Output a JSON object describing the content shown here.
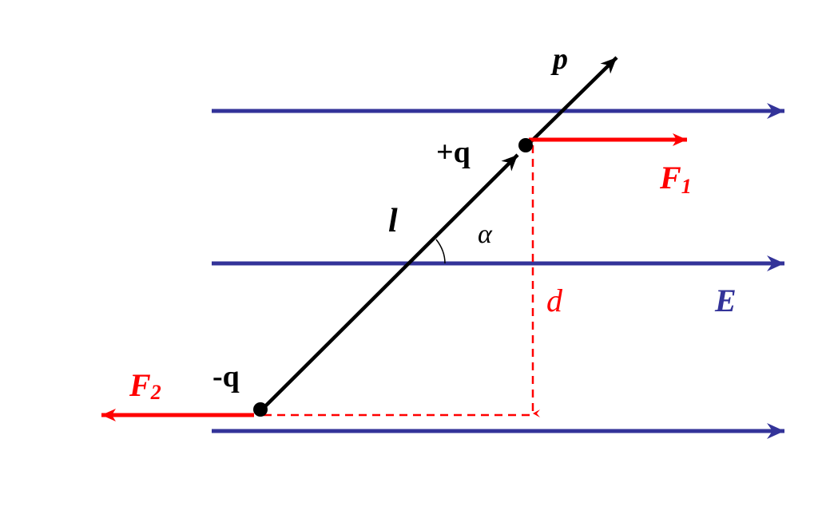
{
  "colors": {
    "field": "#333399",
    "force": "#ff0000",
    "dipole": "#000000"
  },
  "labels": {
    "p": "p",
    "plus_q": "+q",
    "minus_q": "-q",
    "F1_main": "F",
    "F1_sub": "1",
    "F2_main": "F",
    "F2_sub": "2",
    "l": "l",
    "alpha": "α",
    "d": "d",
    "E": "E"
  }
}
